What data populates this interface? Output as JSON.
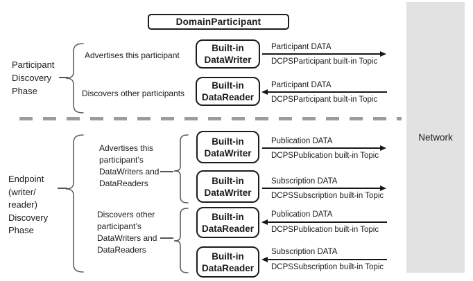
{
  "title_box": {
    "label": "DomainParticipant"
  },
  "network": {
    "label": "Network"
  },
  "participant_phase": {
    "label": "Participant\nDiscovery\nPhase",
    "advertise_desc": "Advertises this participant",
    "discover_desc": "Discovers other participants",
    "rows": [
      {
        "box_label": "Built-in\nDataWriter",
        "data_label": "Participant DATA",
        "topic_label": "DCPSParticipant built-in Topic",
        "direction": "right"
      },
      {
        "box_label": "Built-in\nDataReader",
        "data_label": "Participant DATA",
        "topic_label": "DCPSParticipant built-in Topic",
        "direction": "left"
      }
    ]
  },
  "endpoint_phase": {
    "label": "Endpoint\n(writer/\nreader)\nDiscovery\nPhase",
    "advertise_desc": "Advertises this\nparticipant’s\nDataWriters and\nDataReaders",
    "discover_desc": "Discovers other\nparticipant’s\nDataWriters and\nDataReaders",
    "rows": [
      {
        "box_label": "Built-in\nDataWriter",
        "data_label": "Publication DATA",
        "topic_label": "DCPSPublication built-in Topic",
        "direction": "right"
      },
      {
        "box_label": "Built-in\nDataWriter",
        "data_label": "Subscription DATA",
        "topic_label": "DCPSSubscription built-in Topic",
        "direction": "right"
      },
      {
        "box_label": "Built-in\nDataReader",
        "data_label": "Publication DATA",
        "topic_label": "DCPSPublication built-in Topic",
        "direction": "left"
      },
      {
        "box_label": "Built-in\nDataReader",
        "data_label": "Subscription DATA",
        "topic_label": "DCPSSubscription built-in Topic",
        "direction": "left"
      }
    ]
  },
  "colors": {
    "network_bg": "#e2e2e2",
    "box_border": "#1c1c1c",
    "dash": "#9c9c9c",
    "text": "#1a1a1a"
  }
}
